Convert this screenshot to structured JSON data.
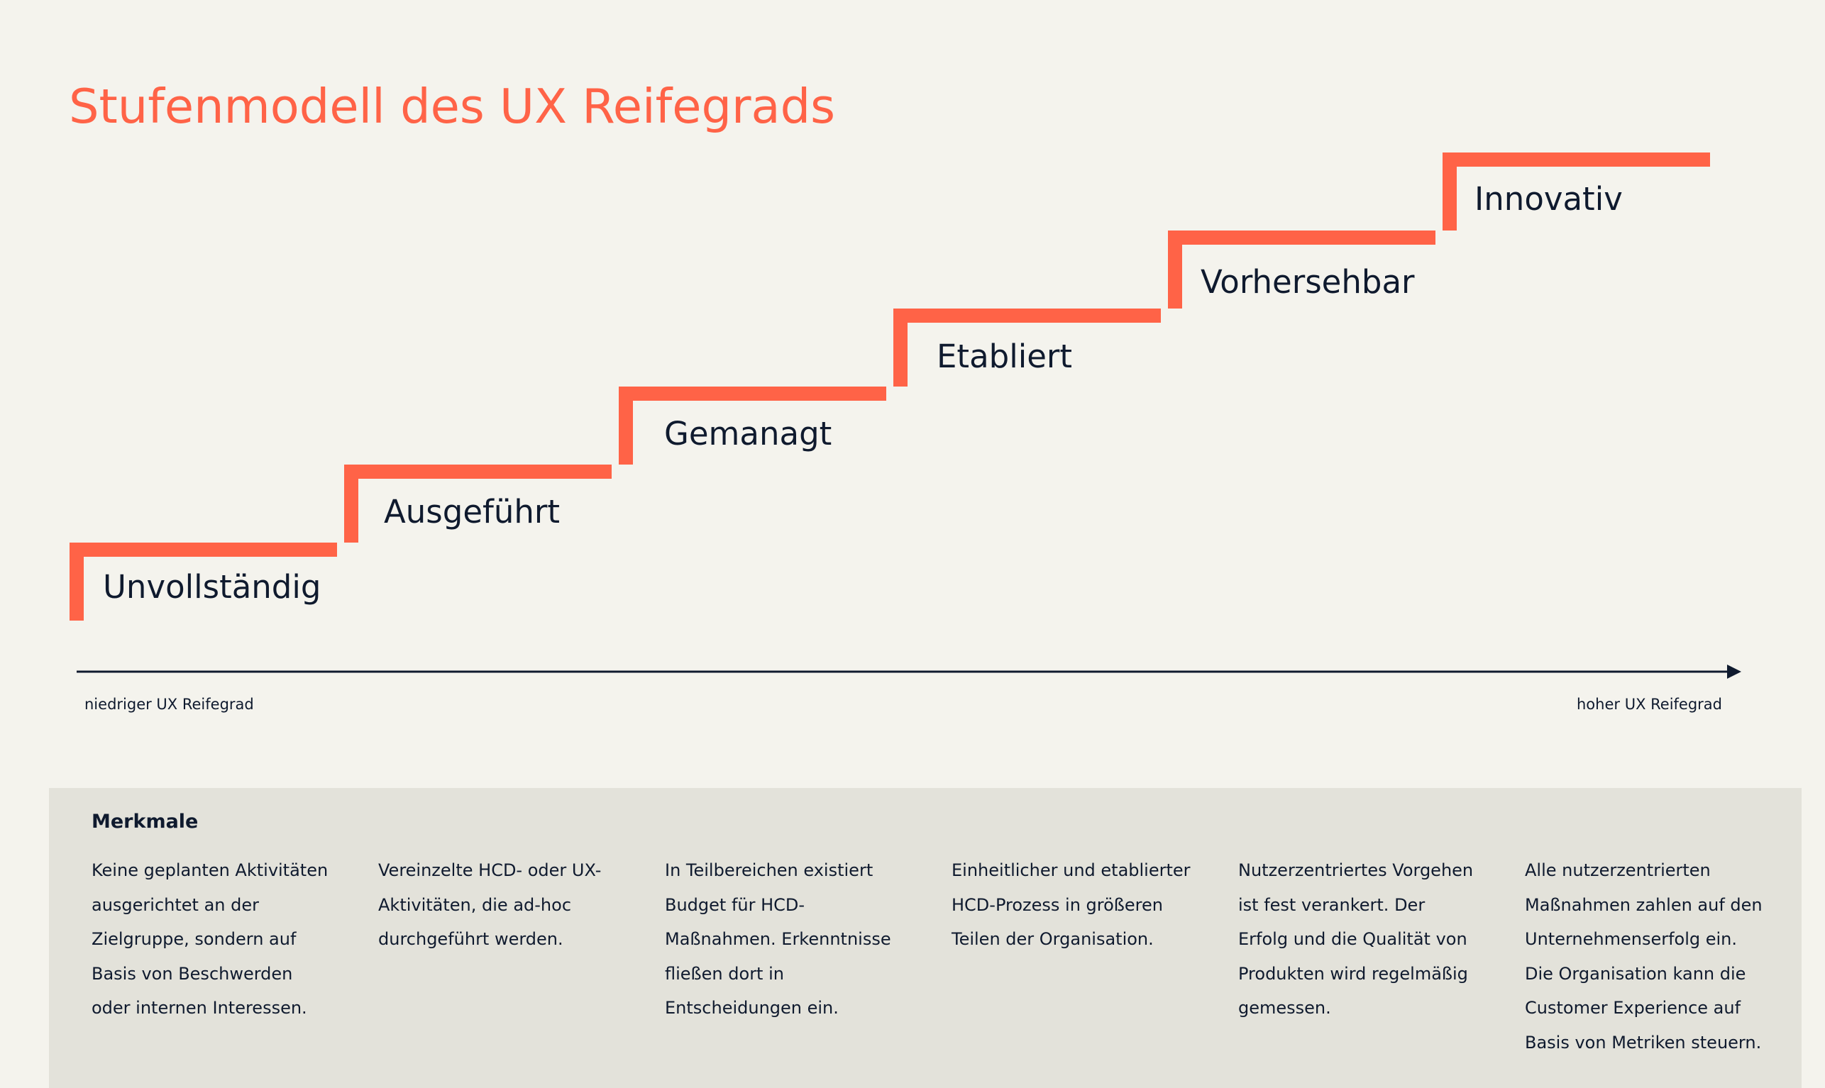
{
  "title": "Stufenmodell des UX Reifegrads",
  "accent_color": "#ff6347",
  "text_color": "#0f1a2e",
  "stages": [
    {
      "label": "Unvollständig",
      "level": 1
    },
    {
      "label": "Ausgeführt",
      "level": 2
    },
    {
      "label": "Gemanagt",
      "level": 3
    },
    {
      "label": "Etabliert",
      "level": 4
    },
    {
      "label": "Vorhersehbar",
      "level": 5
    },
    {
      "label": "Innovativ",
      "level": 6
    }
  ],
  "axis": {
    "low_label": "niedriger UX Reifegrad",
    "high_label": "hoher UX Reifegrad"
  },
  "features": {
    "heading": "Merkmale",
    "items": [
      "Keine geplanten Aktivitäten ausgerichtet an der Zielgruppe, sondern auf Basis von Beschwerden oder internen Interessen.",
      "Vereinzelte HCD- oder UX-Aktivitäten, die ad-hoc durchgeführt werden.",
      "In Teilbereichen existiert Budget für HCD-Maßnahmen. Erkenntnisse fließen dort in Entscheidungen ein.",
      "Einheitlicher und etablierter HCD-Prozess in größeren Teilen der Organisation.",
      "Nutzerzentriertes Vorgehen ist fest verankert. Der Erfolg und die Qualität von Produkten wird regelmäßig gemessen.",
      "Alle nutzerzentrierten Maßnahmen zahlen auf den Unternehmenserfolg ein. Die Organisation kann die Customer Experience auf Basis von Metriken steuern."
    ]
  }
}
